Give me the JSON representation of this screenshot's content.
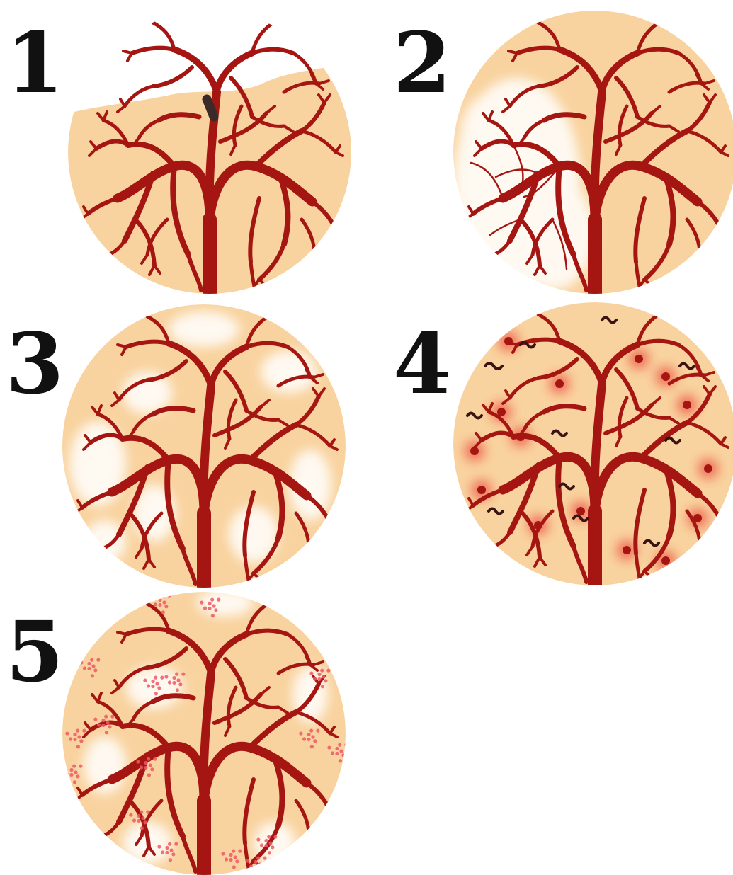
{
  "panels": [
    {
      "label": "1",
      "pattern": "proximal-occlusion-with-distal-pallor",
      "trunk_color": "#a51612",
      "disc_color": "#f9d39f"
    },
    {
      "label": "2",
      "pattern": "hemi-field-thinned-vessels-pallor",
      "trunk_color": "#a51612",
      "disc_color": "#f9d39f"
    },
    {
      "label": "3",
      "pattern": "diffuse-patchy-pallor",
      "trunk_color": "#a51612",
      "disc_color": "#f9d39f"
    },
    {
      "label": "4",
      "pattern": "focal-red-spots-and-dark-fragments",
      "trunk_color": "#a51612",
      "disc_color": "#f9d39f",
      "spot_color": "#e8322c",
      "fragment_color": "#3a1412"
    },
    {
      "label": "5",
      "pattern": "dotted-red-clusters",
      "trunk_color": "#a51612",
      "disc_color": "#f9d39f",
      "dot_color": "#ee5a66"
    }
  ]
}
